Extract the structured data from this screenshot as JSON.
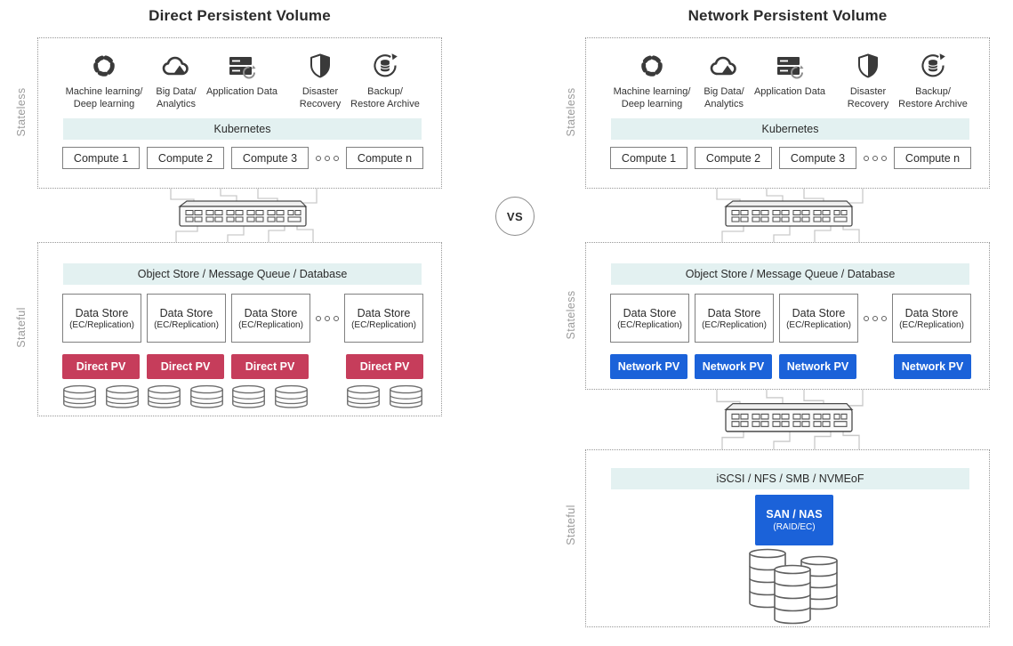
{
  "diagram": {
    "left": {
      "title": "Direct Persistent Volume",
      "stateless_label": "Stateless",
      "stateful_label": "Stateful",
      "pv_label": "Direct PV"
    },
    "right": {
      "title": "Network Persistent Volume",
      "stateless_top_label": "Stateless",
      "stateless_mid_label": "Stateless",
      "stateful_label": "Stateful",
      "pv_label": "Network PV",
      "protocol_bar": "iSCSI / NFS / SMB / NVMEoF",
      "san_nas_title": "SAN / NAS",
      "san_nas_subtitle": "(RAID/EC)"
    },
    "vs_label": "VS",
    "shared": {
      "workloads": [
        {
          "icon": "ml-gear-icon",
          "line1": "Machine learning/",
          "line2": "Deep learning"
        },
        {
          "icon": "cloud-analytics-icon",
          "line1": "Big Data/",
          "line2": "Analytics"
        },
        {
          "icon": "server-sync-icon",
          "line1": "Application Data",
          "line2": ""
        },
        {
          "icon": "shield-icon",
          "line1": "Disaster",
          "line2": "Recovery"
        },
        {
          "icon": "backup-restore-icon",
          "line1": "Backup/",
          "line2": "Restore Archive"
        }
      ],
      "kubernetes_bar": "Kubernetes",
      "compute_nodes": [
        "Compute 1",
        "Compute 2",
        "Compute 3",
        "Compute n"
      ],
      "object_store_bar": "Object Store / Message Queue / Database",
      "data_store_title": "Data Store",
      "data_store_subtitle": "(EC/Replication)"
    },
    "colors": {
      "direct_pv": "#C63D5B",
      "network_pv": "#1B62D9",
      "bar_teal": "#E3F1F1"
    }
  }
}
